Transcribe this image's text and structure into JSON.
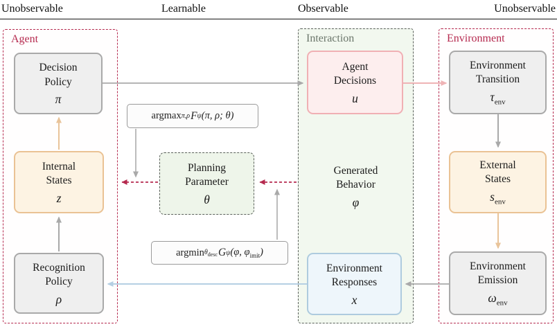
{
  "header": {
    "labels": [
      "Unobservable",
      "Learnable",
      "Observable",
      "Unobservable"
    ]
  },
  "regions": {
    "agent": {
      "label": "Agent"
    },
    "interaction": {
      "label": "Interaction"
    },
    "environment": {
      "label": "Environment"
    }
  },
  "nodes": {
    "decision_policy": {
      "line1": "Decision",
      "line2": "Policy",
      "symbol": "π"
    },
    "internal_states": {
      "line1": "Internal",
      "line2": "States",
      "symbol": "z"
    },
    "recognition_policy": {
      "line1": "Recognition",
      "line2": "Policy",
      "symbol": "ρ"
    },
    "agent_decisions": {
      "line1": "Agent",
      "line2": "Decisions",
      "symbol": "u"
    },
    "generated_behavior": {
      "line1": "Generated",
      "line2": "Behavior",
      "symbol": "φ"
    },
    "environment_responses": {
      "line1": "Environment",
      "line2": "Responses",
      "symbol": "x"
    },
    "environment_transition": {
      "line1": "Environment",
      "line2": "Transition",
      "symbol": "τ",
      "symbol_sub": "env"
    },
    "external_states": {
      "line1": "External",
      "line2": "States",
      "symbol": "s",
      "symbol_sub": "env"
    },
    "environment_emission": {
      "line1": "Environment",
      "line2": "Emission",
      "symbol": "ω",
      "symbol_sub": "env"
    },
    "planning_parameter": {
      "line1": "Planning",
      "line2": "Parameter",
      "symbol": "θ"
    }
  },
  "formulas": {
    "argmax": {
      "op": "argmax",
      "op_sub": "π,ρ",
      "fn": "F",
      "fn_sub": "ψ",
      "args": "(π, ρ; θ)"
    },
    "argmin": {
      "op": "argmin",
      "op_sub": "θ",
      "op_subsub": "desc",
      "fn": "G",
      "fn_sub": "ψ",
      "args_pre": "(φ, φ",
      "arg_sub": "imit",
      "args_post": ")"
    }
  },
  "colors": {
    "crimson": "#b5294e",
    "gray_border": "#a9a9a9",
    "gray_fill": "#efefef",
    "orange_border": "#eac294",
    "orange_fill": "#fdf3e3",
    "pink_border": "#f0b0b4",
    "pink_fill": "#fdeeee",
    "blue_border": "#aecbde",
    "blue_fill": "#eef6fb",
    "green_fill": "#f2f8ef",
    "green_node_fill": "#eef5ea",
    "dash_green_border": "#595f59",
    "arrow_gray": "#a9a9a9",
    "arrow_pink": "#efb3b5",
    "arrow_orange": "#e9c49a",
    "arrow_blue": "#b5cfe3"
  }
}
